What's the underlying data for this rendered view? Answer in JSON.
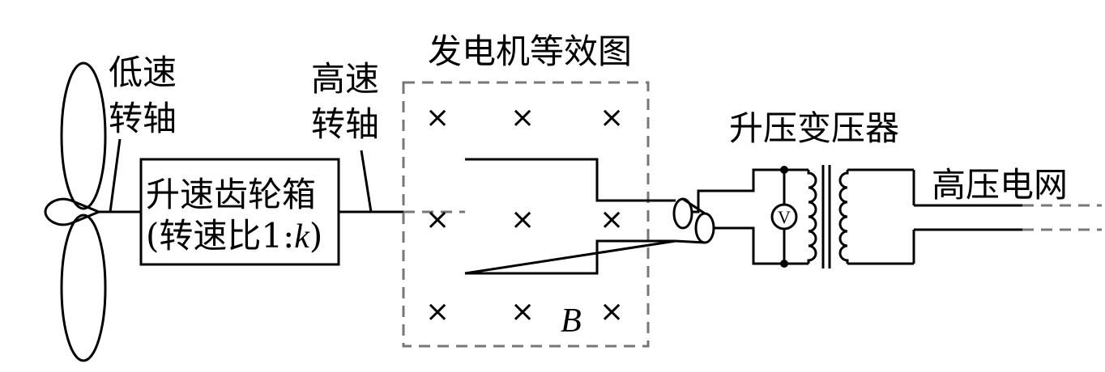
{
  "labels": {
    "low_speed_shaft_line1": "低速",
    "low_speed_shaft_line2": "转轴",
    "high_speed_shaft_line1": "高速",
    "high_speed_shaft_line2": "转轴",
    "generator_equivalent": "发电机等效图",
    "gearbox_line1": "升速齿轮箱",
    "gearbox_ratio_prefix": "(转速比1:",
    "gearbox_ratio_k": "k",
    "gearbox_ratio_suffix": ")",
    "step_up_transformer": "升压变压器",
    "high_voltage_grid": "高压电网",
    "field_symbol": "B",
    "voltmeter_symbol": "V",
    "cross_mark": "×"
  }
}
